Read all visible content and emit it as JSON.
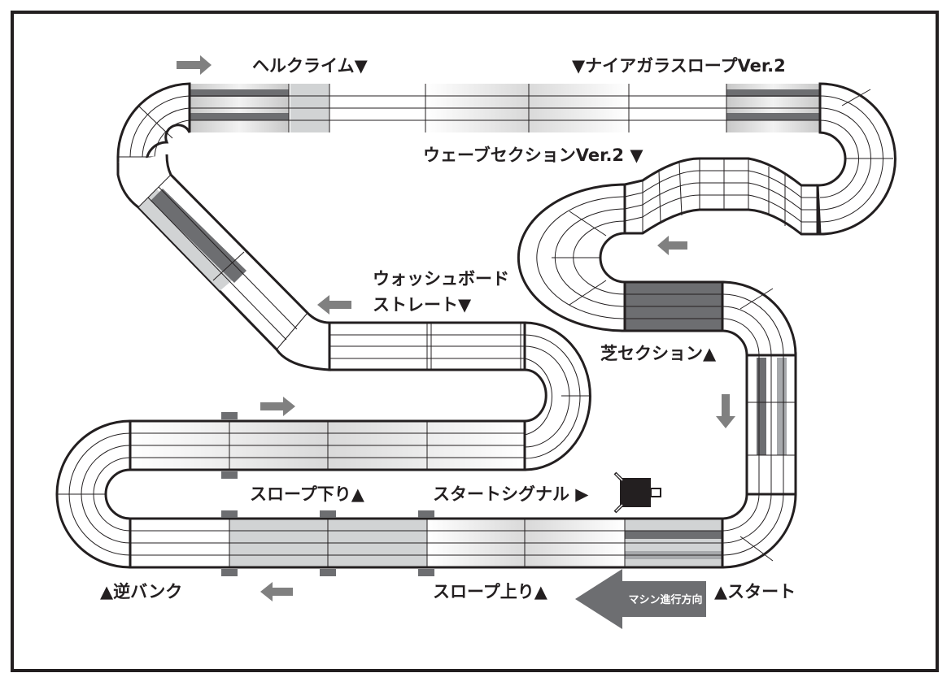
{
  "labels": {
    "hell_climb": "ヘルクライム▼",
    "niagara": "▼ナイアガラスロープVer.2",
    "wave": "ウェーブセクションVer.2 ▼",
    "washboard_1": "ウォッシュボード",
    "washboard_2": "ストレート▼",
    "turf": "芝セクション▲",
    "slope_down": "スロープ下り▲",
    "start_signal": "スタートシグナル ▶",
    "reverse_bank": "▲逆バンク",
    "slope_up": "スロープ上り▲",
    "start": "▲スタート",
    "direction": "マシン進行方向"
  },
  "colors": {
    "track_outline": "#231f20",
    "lane_line": "#231f20",
    "grid_line": "#6b6b6b",
    "arrow_gray": "#808080",
    "dark_gray": "#6d6e71",
    "light_gray": "#d1d3d4",
    "signal_black": "#231f20"
  },
  "icons": {
    "direction_arrow": "left-arrow-icon",
    "flow_arrow": "flow-arrow-icon",
    "signal": "start-signal-icon"
  }
}
